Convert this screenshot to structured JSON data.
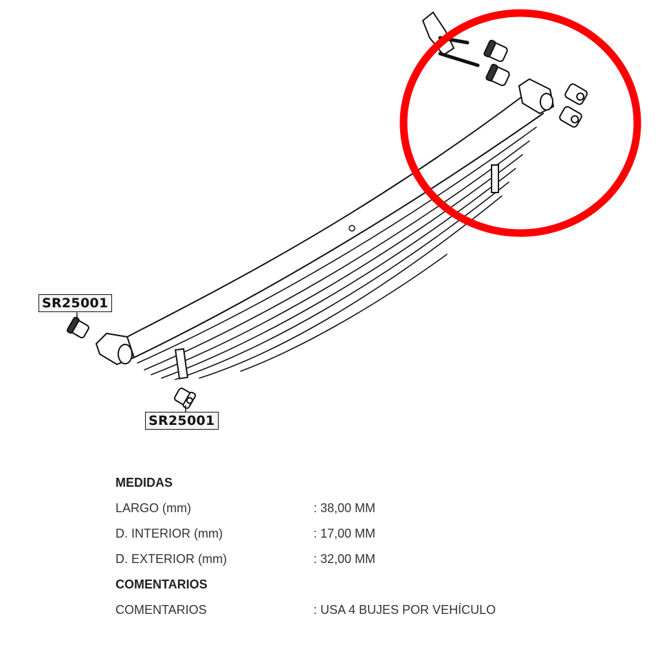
{
  "diagram": {
    "description": "Leaf spring exploded view with bushings",
    "labels": [
      {
        "text": "SR25001",
        "position": "upper-left"
      },
      {
        "text": "SR25001",
        "position": "lower-center"
      }
    ],
    "highlight": {
      "shape": "circle",
      "color": "#ff0000",
      "target": "rear shackle end bushings"
    }
  },
  "specs": {
    "sections": [
      {
        "title": "MEDIDAS",
        "rows": [
          {
            "key": "LARGO (mm)",
            "value": ": 38,00 MM"
          },
          {
            "key": "D. INTERIOR (mm)",
            "value": ": 17,00 MM"
          },
          {
            "key": "D. EXTERIOR (mm)",
            "value": ": 32,00 MM"
          }
        ]
      },
      {
        "title": "COMENTARIOS",
        "rows": [
          {
            "key": "COMENTARIOS",
            "value": ": USA 4 BUJES POR VEHÍCULO"
          }
        ]
      }
    ]
  }
}
